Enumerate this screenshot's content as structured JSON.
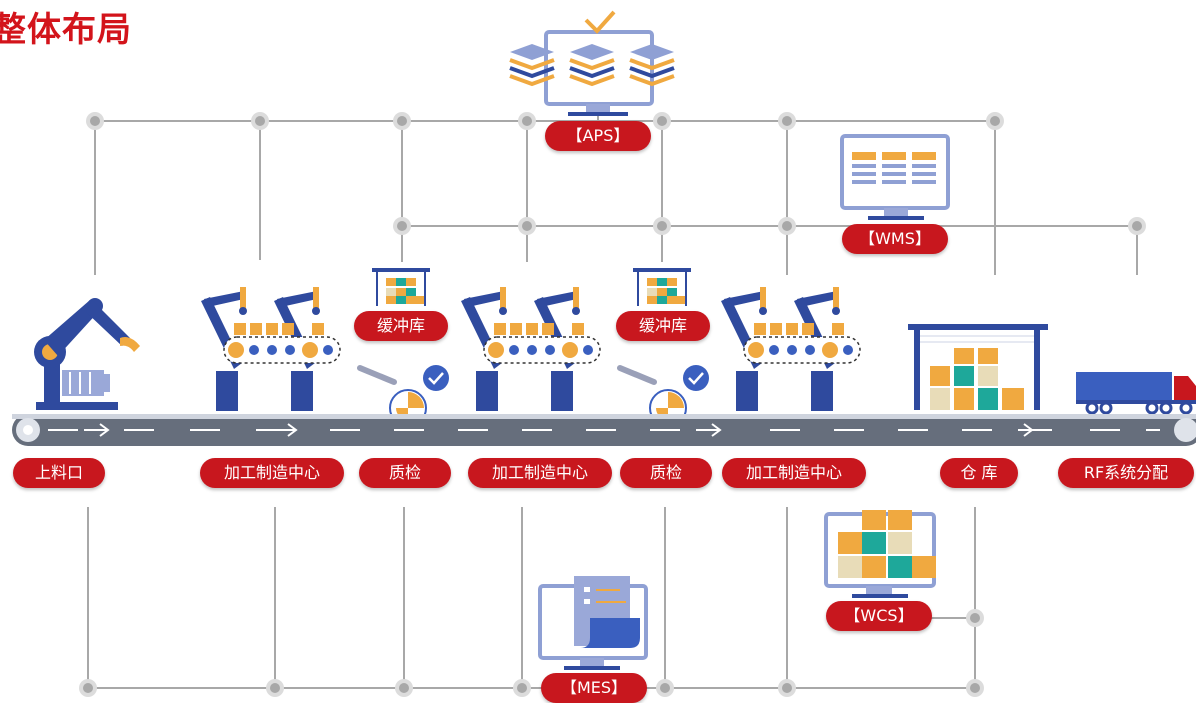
{
  "title": "整体布局",
  "systems": {
    "aps": "【APS】",
    "wms": "【WMS】",
    "mes": "【MES】",
    "wcs": "【WCS】"
  },
  "buffer_labels": [
    "缓冲库",
    "缓冲库"
  ],
  "stations": [
    "上料口",
    "加工制造中心",
    "质检",
    "加工制造中心",
    "质检",
    "加工制造中心",
    "仓 库",
    "RF系统分配"
  ],
  "colors": {
    "accent_red": "#c8171e",
    "robot_blue": "#2f4a9e",
    "box_orange": "#f0a940",
    "box_teal": "#1ea89a",
    "line_gray": "#a8a8a8",
    "belt": "#666e7c"
  },
  "icons": [
    "aps-monitor-icon",
    "wms-monitor-icon",
    "mes-monitor-icon",
    "wcs-monitor-icon",
    "robot-arm-icon",
    "conveyor-robot-icon",
    "buffer-shelf-icon",
    "magnifier-icon",
    "check-icon",
    "warehouse-icon",
    "truck-icon"
  ]
}
